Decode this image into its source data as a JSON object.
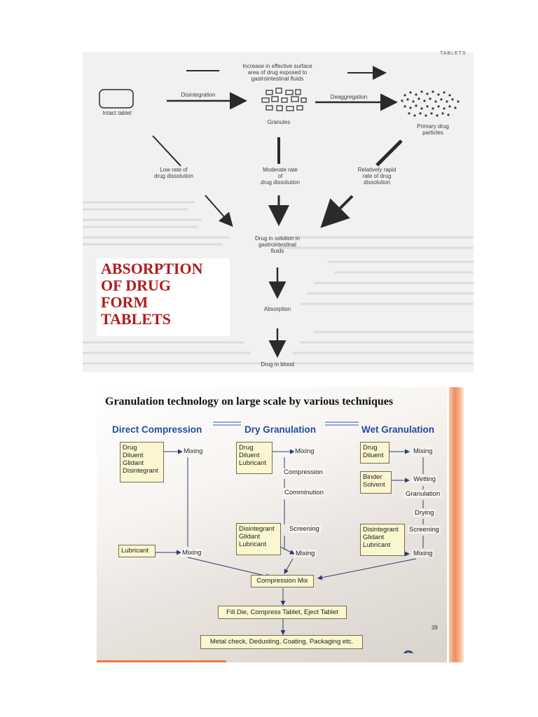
{
  "absorption_diagram": {
    "running_head": "TABLETS",
    "title": "ABSORPTION\nOF DRUG\nFORM\nTABLETS",
    "labels": {
      "top": "Increase in effective surface\narea of drug exposed to\ngastrointestinal fluids",
      "intact_tablet": "Intact tablet",
      "disintegration": "Disintegration",
      "granules": "Granules",
      "deaggregation": "Deaggregation",
      "primary_particles": "Primary drug\nparticles",
      "low_rate": "Low rate of\ndrug dissolution",
      "moderate_rate": "Moderate rate\nof\ndrug dissolution",
      "rapid_rate": "Relatively rapid\nrate of drug\ndissolution",
      "solution": "Drug in solution in\ngastrointestinal\nfluids",
      "absorption": "Absorption",
      "blood": "Drug in blood"
    }
  },
  "granulation_slide": {
    "title": "Granulation technology on large scale by various techniques",
    "page_number": "39",
    "columns": {
      "direct": {
        "heading": "Direct Compression",
        "ingredients": "Drug\nDiluent\nGlidant\nDisintegrant",
        "lubricant": "Lubricant",
        "mixing_1": "Mixing",
        "mixing_2": "Mixing"
      },
      "dry": {
        "heading": "Dry Granulation",
        "ingredients": "Drug\nDiluent\nLubricant",
        "mixing_1": "Mixing",
        "compression": "Compression",
        "comminution": "Comminution",
        "extra": "Disintegrant\nGlidant\nLubricant",
        "screening": "Screening",
        "mixing_2": "Mixing"
      },
      "wet": {
        "heading": "Wet Granulation",
        "ingredients": "Drug\nDiluent",
        "mixing_1": "Mixing",
        "binder": "Binder\nSolvent",
        "wetting": "Wetting",
        "granulation": "Granulation",
        "drying": "Drying",
        "extra": "Disintegrant\nGlidant\nLubricant",
        "screening": "Screening",
        "mixing_2": "Mixing"
      }
    },
    "common_steps": {
      "compression_mix": "Compression Mix",
      "fill_die": "Fill Die, Compress Tablet, Eject Tablet",
      "metal_check": "Metal check, Dedusting, Coating, Packaging etc."
    }
  }
}
